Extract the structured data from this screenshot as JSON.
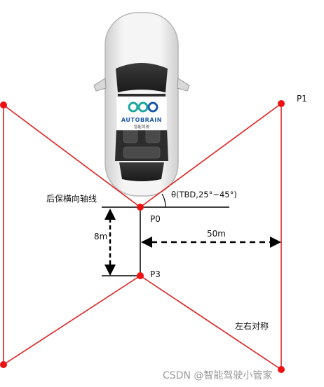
{
  "car": {
    "logo_text": "AUTOBRAIN",
    "logo_subtext": "智能驾驶"
  },
  "labels": {
    "rear_axis": "后保横向轴线",
    "angle": "θ(TBD,25°~45°)",
    "p0": "P0",
    "p1": "P1",
    "p3": "P3",
    "dist_8m": "8m",
    "dist_50m": "50m",
    "symmetric": "左右对称",
    "watermark": "CSDN @智能驾驶小管家"
  },
  "colors": {
    "region_line": "#e02020",
    "point": "#ee1111",
    "axis": "#000000",
    "text": "#111111",
    "watermark": "#999999",
    "logo_teal": "#1fa7a0",
    "logo_blue": "#1e5aa8"
  }
}
